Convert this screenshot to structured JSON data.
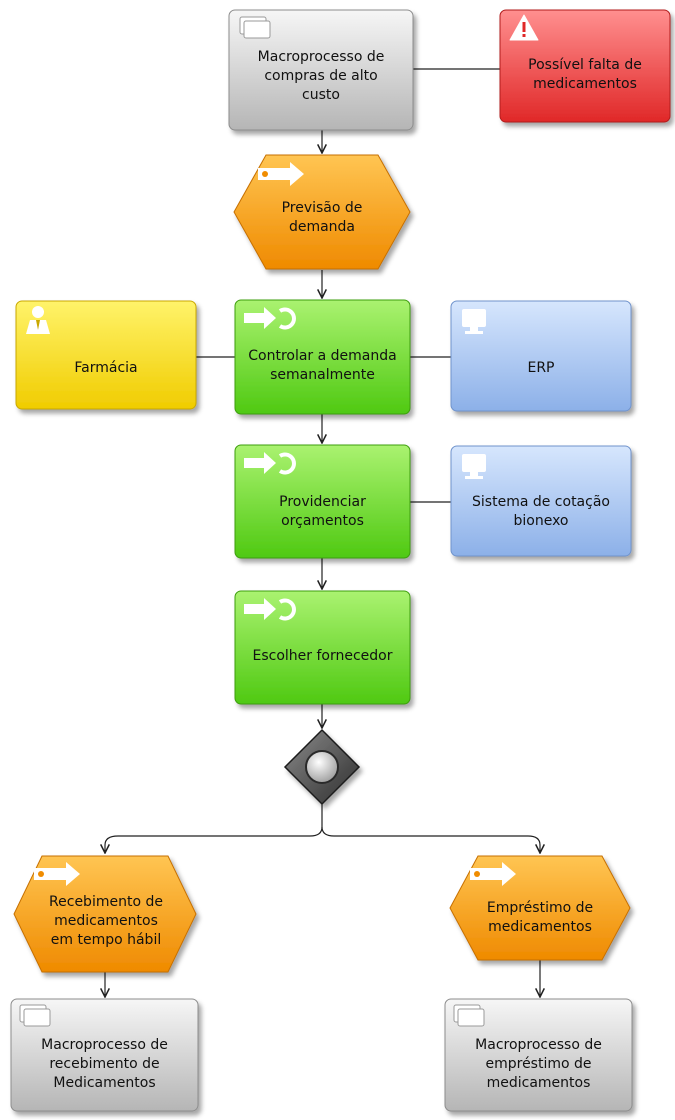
{
  "colors": {
    "process_gray_top": "#f4f4f4",
    "process_gray_bottom": "#b8b8b8",
    "risk_red_top": "#ff8a8a",
    "risk_red_bottom": "#e02a2a",
    "event_orange_top": "#ffc04a",
    "event_orange_bottom": "#f08c00",
    "function_green_top": "#a6f06a",
    "function_green_bottom": "#52cc14",
    "role_yellow_top": "#fff15a",
    "role_yellow_bottom": "#f2cf00",
    "system_blue_top": "#cfe0fb",
    "system_blue_bottom": "#8fb3ea",
    "connector_line": "#222222",
    "gateway_dark": "#5a5a5a"
  },
  "nodes": {
    "macro_compras": {
      "label": "Macroprocesso de\ncompras de alto\ncusto",
      "icon": "process-icon"
    },
    "risco_falta": {
      "label": "Possível falta de\nmedicamentos",
      "icon": "warning-icon"
    },
    "previsao_demanda": {
      "label": "Previsão de\ndemanda",
      "icon": "event-icon"
    },
    "farmacia": {
      "label": "Farmácia",
      "icon": "person-icon"
    },
    "controlar_demanda": {
      "label": "Controlar a demanda\nsemanalmente",
      "icon": "function-icon"
    },
    "erp": {
      "label": "ERP",
      "icon": "computer-icon"
    },
    "providenciar_orcamentos": {
      "label": "Providenciar\norçamentos",
      "icon": "function-icon"
    },
    "sistema_cotacao": {
      "label": "Sistema de cotação\nbionexo",
      "icon": "computer-icon"
    },
    "escolher_fornecedor": {
      "label": "Escolher fornecedor",
      "icon": "function-icon"
    },
    "gateway": {
      "icon": "xor-gateway-icon"
    },
    "recebimento_tempo": {
      "label": "Recebimento de\nmedicamentos\nem tempo hábil",
      "icon": "event-icon"
    },
    "emprestimo": {
      "label": "Empréstimo de\nmedicamentos",
      "icon": "event-icon"
    },
    "macro_recebimento": {
      "label": "Macroprocesso de\nrecebimento de\nMedicamentos",
      "icon": "process-icon"
    },
    "macro_emprestimo": {
      "label": "Macroprocesso de\nempréstimo de\nmedicamentos",
      "icon": "process-icon"
    }
  }
}
